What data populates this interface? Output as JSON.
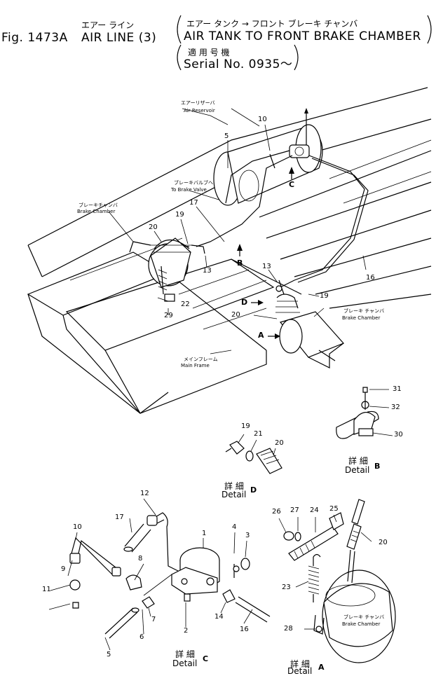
{
  "header": {
    "fig_label": "Fig. 1473A",
    "jp_left": "エアー ライン",
    "title_en": "AIR LINE (3)",
    "jp_right": "エアー タンク → フロント ブレーキ チャンバ",
    "subtitle_en": "AIR TANK TO FRONT BRAKE CHAMBER",
    "jp_serial": "適 用 号 機",
    "serial": "Serial No. 0935～"
  },
  "labels": {
    "air_reservoir_jp": "エアーリザーバ",
    "air_reservoir_en": "Air Reservoir",
    "brake_valve_jp": "ブレーキバルブへ",
    "brake_valve_en": "To Brake Valve",
    "brake_chamber_l_jp": "ブレーキチャンバ",
    "brake_chamber_l_en": "Brake Chamber",
    "brake_chamber_r_jp": "ブレーキ チャンバ",
    "brake_chamber_r_en": "Brake Chamber",
    "main_frame_jp": "メインフレーム",
    "main_frame_en": "Main Frame",
    "brake_chamber_a_jp": "ブレーキ チャンバ",
    "brake_chamber_a_en": "Brake Chamber"
  },
  "markers": {
    "a": "A",
    "b": "B",
    "c": "C",
    "d": "D"
  },
  "part_numbers": {
    "n1": "1",
    "n2": "2",
    "n3": "3",
    "n4": "4",
    "n5": "5",
    "n6": "6",
    "n7": "7",
    "n8": "8",
    "n9": "9",
    "n10": "10",
    "n11": "11",
    "n12": "12",
    "n13": "13",
    "n14": "14",
    "n16": "16",
    "n17": "17",
    "n19": "19",
    "n20": "20",
    "n21": "21",
    "n22": "22",
    "n23": "23",
    "n24": "24",
    "n25": "25",
    "n26": "26",
    "n27": "27",
    "n28": "28",
    "n29": "29",
    "n30": "30",
    "n31": "31",
    "n32": "32"
  },
  "details": {
    "jp": "詳 細",
    "word": "Detail",
    "b": "B",
    "d": "D",
    "c": "C",
    "a": "A"
  }
}
